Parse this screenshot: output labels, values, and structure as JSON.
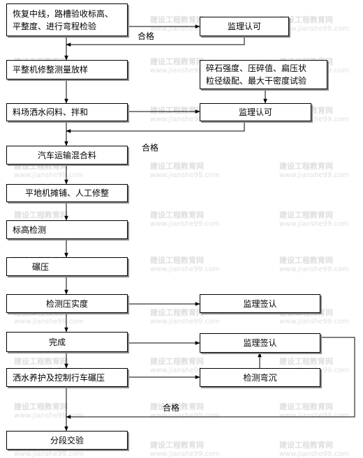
{
  "nodes": {
    "n1_line1": "恢复中线，路槽验收标高、",
    "n1_line2": "平整度、进行弯程检验",
    "n2": "平整机修整测量放样",
    "n3": "料场洒水闷料、拌和",
    "n4": "汽车运输混合料",
    "n5": "平地机摊铺、人工修整",
    "n6": "标高检测",
    "n7": "碾压",
    "n8": "检测压实度",
    "n9": "完成",
    "n10": "洒水养护及控制行车碾压",
    "n11": "分段交验",
    "s1": "监理认可",
    "s2_line1": "碎石强度、压碎值、扁压状",
    "s2_line2": "粒径级配、最大干密度试验",
    "s3": "监理认可",
    "s4": "监理签认",
    "s5": "监理签认",
    "s6": "检测弯沉"
  },
  "labels": {
    "pass1": "合格",
    "pass2": "合格",
    "pass3": "合格"
  },
  "watermark": {
    "text": "建设工程教育网",
    "url": "www.jianshe99.com"
  }
}
